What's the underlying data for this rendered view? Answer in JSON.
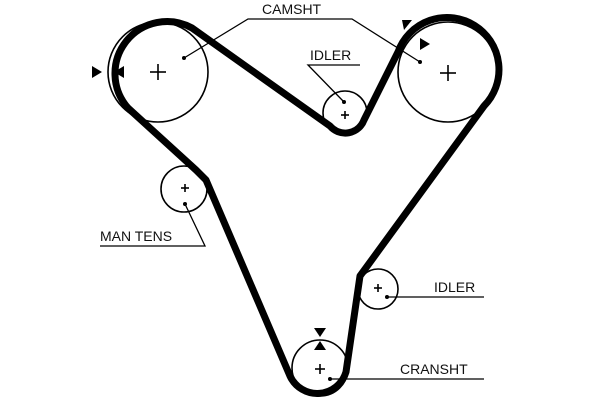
{
  "diagram": {
    "type": "timing-belt-routing",
    "colors": {
      "belt": "#000000",
      "pulley": "#000000",
      "background": "#ffffff",
      "text": "#111111"
    },
    "labels": {
      "camshaft": "CAMSHT",
      "idler_upper": "IDLER",
      "man_tensioner": "MAN TENS",
      "idler_lower": "IDLER",
      "crankshaft": "CRANSHT"
    },
    "pulleys": [
      {
        "id": "camshaft-left",
        "label_key": "camshaft",
        "center_mark": "plus",
        "timing_marks": "arrow-pair"
      },
      {
        "id": "camshaft-right",
        "label_key": "camshaft",
        "center_mark": "plus",
        "timing_marks": "arrow-pair"
      },
      {
        "id": "idler-upper",
        "label_key": "idler_upper",
        "center_mark": "plus"
      },
      {
        "id": "man-tensioner",
        "label_key": "man_tensioner",
        "center_mark": "plus"
      },
      {
        "id": "idler-lower",
        "label_key": "idler_lower",
        "center_mark": "plus"
      },
      {
        "id": "crankshaft",
        "label_key": "crankshaft",
        "center_mark": "plus",
        "timing_marks": "arrow-pair"
      }
    ]
  }
}
